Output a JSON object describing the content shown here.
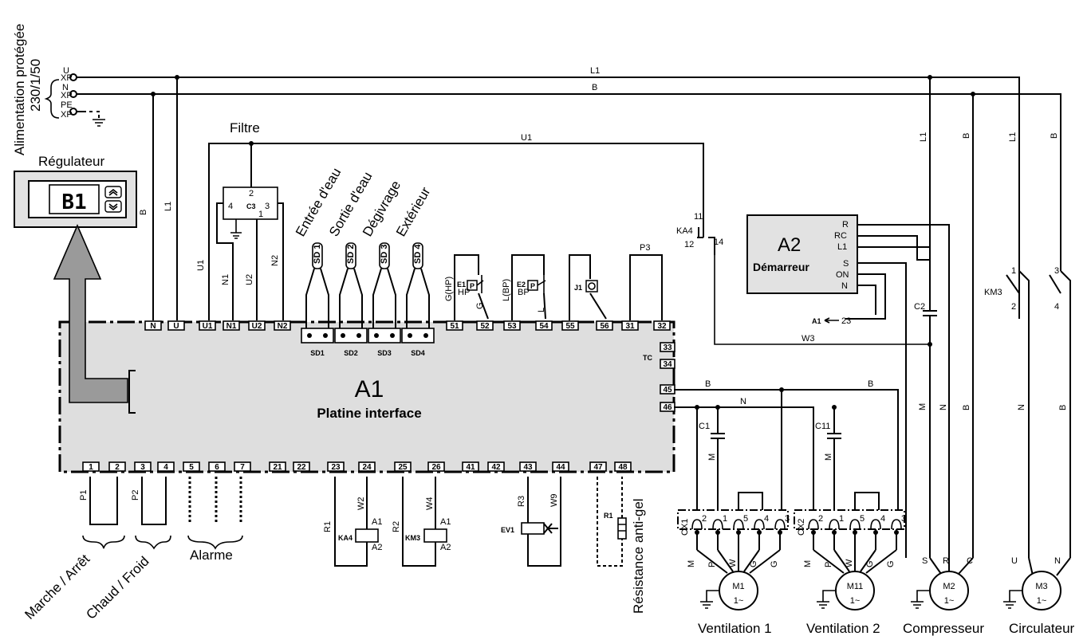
{
  "supply": {
    "title": "Alimentation protégée",
    "voltage": "230/1/50",
    "u": "U",
    "n": "N",
    "pe": "PE",
    "xp": "XP"
  },
  "wires": {
    "l1": "L1",
    "b": "B",
    "u1": "U1",
    "w3": "W3",
    "n": "N",
    "m": "M",
    "w2": "W2",
    "w4": "W4",
    "w9": "W9",
    "r1": "R1",
    "r2": "R2",
    "r3": "R3",
    "p1": "P1",
    "p2": "P2",
    "p3": "P3",
    "u2": "U2",
    "n1": "N1",
    "n2": "N2",
    "g": "G",
    "l": "L",
    "ghp": "G(HP)",
    "lbp": "L(BP)"
  },
  "regulator": {
    "title": "Régulateur",
    "display": "B1"
  },
  "filter": {
    "title": "Filtre",
    "ref": "C3",
    "pins": [
      "1",
      "2",
      "3",
      "4"
    ]
  },
  "sensors": [
    {
      "label": "Entrée d'eau",
      "probe": "SD 1",
      "terminal": "SD1"
    },
    {
      "label": "Sortie d'eau",
      "probe": "SD 2",
      "terminal": "SD2"
    },
    {
      "label": "Dégivrage",
      "probe": "SD 3",
      "terminal": "SD3"
    },
    {
      "label": "Extérieur",
      "probe": "SD 4",
      "terminal": "SD4"
    }
  ],
  "board": {
    "ref": "A1",
    "title": "Platine interface",
    "tc": "TC"
  },
  "top_terminals": [
    "N",
    "U",
    "U1",
    "N1",
    "U2",
    "N2",
    "51",
    "52",
    "53",
    "54",
    "55",
    "56",
    "31",
    "32"
  ],
  "side_terminals": [
    "33",
    "34",
    "45",
    "46"
  ],
  "bottom_terminals": [
    "1",
    "2",
    "3",
    "4",
    "5",
    "6",
    "7",
    "21",
    "22",
    "23",
    "24",
    "25",
    "26",
    "41",
    "42",
    "43",
    "44",
    "47",
    "48"
  ],
  "pressure": {
    "e1": "E1",
    "hp": "HP",
    "e2": "E2",
    "bp": "BP",
    "j1": "J1",
    "p": "P"
  },
  "relay_ka4": {
    "ref": "KA4",
    "pin11": "11",
    "pin12": "12",
    "pin14": "14"
  },
  "starter": {
    "ref": "A2",
    "title": "Démarreur",
    "pins": [
      "R",
      "RC",
      "L1",
      "S",
      "ON",
      "N"
    ],
    "link": "A1",
    "link_pin": "23"
  },
  "contactor_km3": {
    "ref": "KM3",
    "pins": [
      "1",
      "2",
      "3",
      "4"
    ]
  },
  "coils": {
    "ka4": "KA4",
    "km3": "KM3",
    "ev1": "EV1",
    "a1": "A1",
    "a2": "A2",
    "r1": "R1"
  },
  "capacitors": {
    "c1": "C1",
    "c11": "C11",
    "c2": "C2"
  },
  "connectors": {
    "cx1": "CX1",
    "cx2": "CX2",
    "pins": [
      "2",
      "1",
      "5",
      "4",
      "3"
    ],
    "motor_wires": [
      "M",
      "P",
      "W",
      "G",
      "G"
    ]
  },
  "motors": [
    {
      "ref": "M1",
      "phase": "1~",
      "caption": "Ventilation 1"
    },
    {
      "ref": "M11",
      "phase": "1~",
      "caption": "Ventilation 2"
    },
    {
      "ref": "M2",
      "phase": "1~",
      "caption": "Compresseur",
      "wires": [
        "S",
        "R",
        "C"
      ]
    },
    {
      "ref": "M3",
      "phase": "1~",
      "caption": "Circulateur",
      "wires": [
        "U",
        "N"
      ]
    }
  ],
  "bottom_labels": {
    "marche": "Marche / Arrêt",
    "chaud": "Chaud / Froid",
    "alarme": "Alarme",
    "antigel": "Résistance anti-gel"
  },
  "colors": {
    "board": "#dedede",
    "arrow": "#9a9a9a",
    "panel": "#e2e2e2"
  }
}
